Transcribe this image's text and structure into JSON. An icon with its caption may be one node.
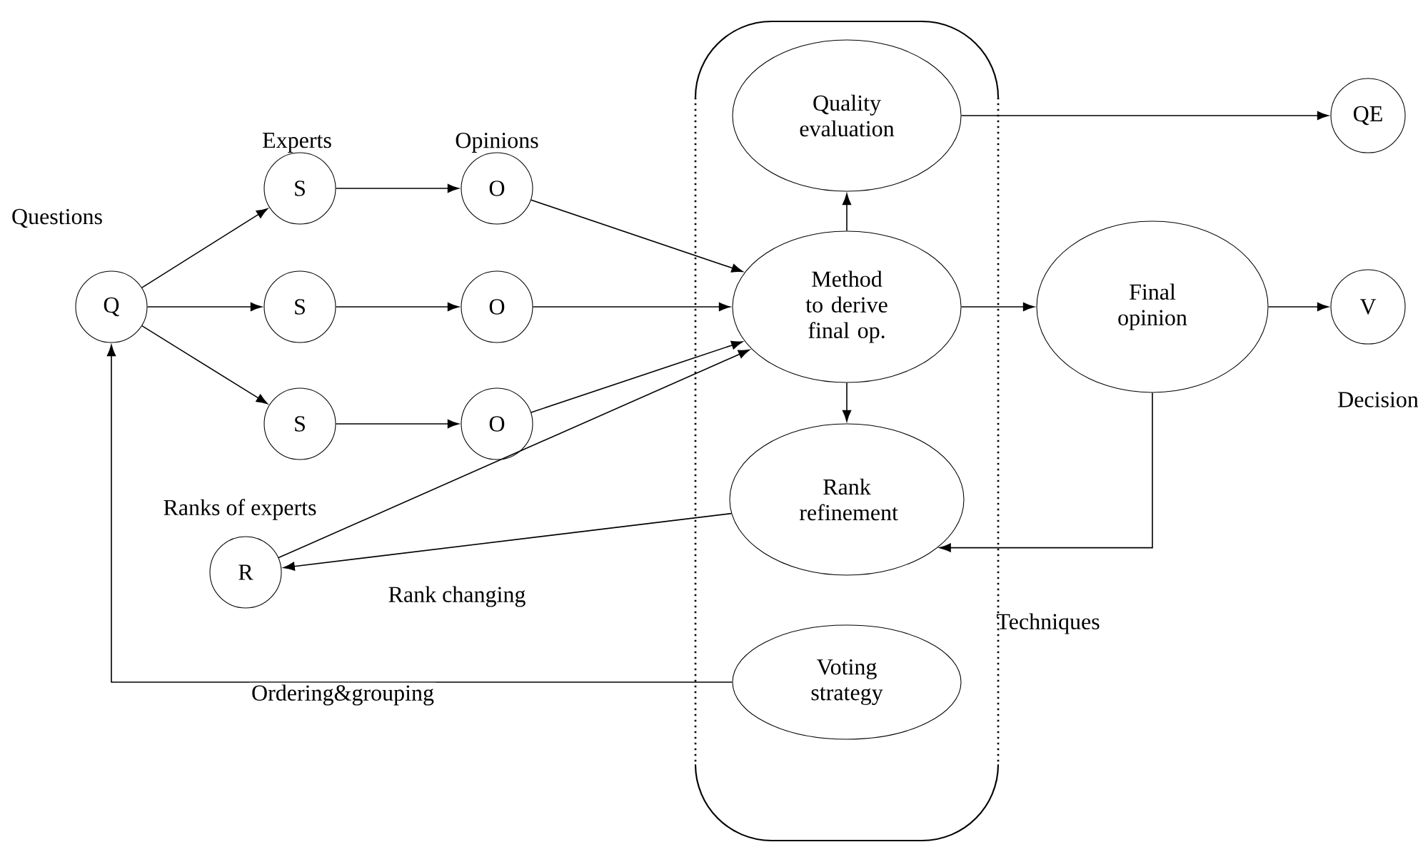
{
  "diagram": {
    "nodes": [
      {
        "text": [
          "Q"
        ],
        "beside": [
          "Questions"
        ]
      },
      {
        "text": [
          "S"
        ],
        "beside": [
          "Experts"
        ]
      },
      {
        "text": [
          "S"
        ]
      },
      {
        "text": [
          "S"
        ]
      },
      {
        "text": [
          "O"
        ],
        "beside": [
          "Opinions"
        ]
      },
      {
        "text": [
          "O"
        ]
      },
      {
        "text": [
          "O"
        ]
      },
      {
        "text": [
          "Techniques"
        ]
      },
      {
        "text": [
          "Quality evaluation"
        ],
        "in": 7
      },
      {
        "text": [
          "Method to derive final op."
        ],
        "in": 7
      },
      {
        "text": [
          "Rank refinement"
        ],
        "in": 7
      },
      {
        "text": [
          "Voting strategy"
        ],
        "in": 7
      },
      {
        "text": [
          "Final opinion"
        ]
      },
      {
        "text": [
          "QE"
        ]
      },
      {
        "text": [
          "V"
        ],
        "beside": [
          "Decision"
        ]
      },
      {
        "text": [
          "R"
        ],
        "beside": [
          "Ranks of experts"
        ]
      }
    ],
    "edges": [
      {
        "from": 0,
        "to": 1,
        "arrow": "to"
      },
      {
        "from": 0,
        "to": 2,
        "arrow": "to"
      },
      {
        "from": 0,
        "to": 3,
        "arrow": "to"
      },
      {
        "from": 1,
        "to": 4,
        "arrow": "to"
      },
      {
        "from": 2,
        "to": 5,
        "arrow": "to"
      },
      {
        "from": 3,
        "to": 6,
        "arrow": "to"
      },
      {
        "from": 4,
        "to": 9,
        "arrow": "to"
      },
      {
        "from": 5,
        "to": 9,
        "arrow": "to"
      },
      {
        "from": 6,
        "to": 9,
        "arrow": "to"
      },
      {
        "from": 15,
        "to": 9,
        "arrow": "to"
      },
      {
        "from": 9,
        "to": 8,
        "arrow": "to"
      },
      {
        "from": 9,
        "to": 12,
        "arrow": "to"
      },
      {
        "from": 9,
        "to": 10,
        "arrow": "to"
      },
      {
        "from": 8,
        "to": 13,
        "arrow": "to"
      },
      {
        "from": 12,
        "to": 14,
        "arrow": "to"
      },
      {
        "from": 12,
        "to": 10,
        "arrow": "to"
      },
      {
        "from": 10,
        "to": 15,
        "arrow": "to",
        "label": "Rank changing"
      },
      {
        "from": 11,
        "to": 0,
        "arrow": "to",
        "label": "Ordering&grouping"
      }
    ]
  }
}
